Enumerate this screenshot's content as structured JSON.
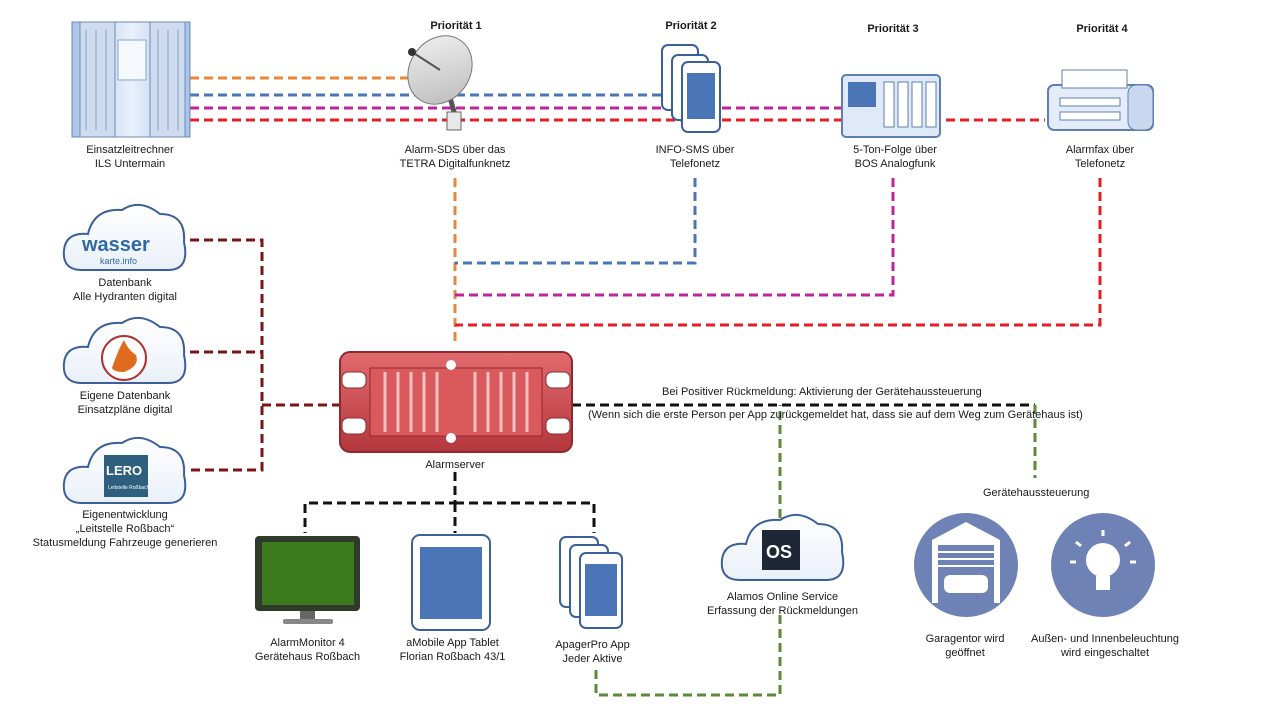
{
  "priorities": {
    "p1": "Priorität 1",
    "p2": "Priorität 2",
    "p3": "Priorität 3",
    "p4": "Priorität 4"
  },
  "nodes": {
    "ils": {
      "line1": "Einsatzleitrechner",
      "line2": "ILS Untermain"
    },
    "tetra": {
      "line1": "Alarm-SDS über das",
      "line2": "TETRA Digitalfunknetz"
    },
    "sms": {
      "line1": "INFO-SMS über",
      "line2": "Telefonetz"
    },
    "bos": {
      "line1": "5-Ton-Folge über",
      "line2": "BOS Analogfunk"
    },
    "fax": {
      "line1": "Alarmfax über",
      "line2": "Telefonetz"
    },
    "wasser": {
      "logo_main": "wasser",
      "logo_sub": "karte.info",
      "line1": "Datenbank",
      "line2": "Alle Hydranten digital"
    },
    "eigene": {
      "line1": "Eigene Datenbank",
      "line2": "Einsatzpläne digital"
    },
    "lero": {
      "logo": "LERO",
      "logo_sub": "Leitstelle Roßbach",
      "line1": "Eigenentwicklung",
      "line2": "„Leitstelle Roßbach“",
      "line3": "Statusmeldung Fahrzeuge generieren"
    },
    "alarmserver": {
      "label": "Alarmserver"
    },
    "monitor": {
      "line1": "AlarmMonitor 4",
      "line2": "Gerätehaus Roßbach"
    },
    "tablet": {
      "line1": "aMobile App Tablet",
      "line2": "Florian Roßbach 43/1"
    },
    "apager": {
      "line1": "ApagerPro App",
      "line2": "Jeder Aktive"
    },
    "alamos": {
      "logo": "OS",
      "line1": "Alamos Online Service",
      "line2": "Erfassung der Rückmeldungen"
    },
    "garage": {
      "line1": "Garagentor wird",
      "line2": "geöffnet"
    },
    "light": {
      "line1": "Außen- und Innenbeleuchtung",
      "line2": "wird eingeschaltet"
    }
  },
  "notes": {
    "feedback_line1": "Bei Positiver Rückmeldung: Aktivierung der Gerätehaussteuerung",
    "feedback_line2": "(Wenn sich die erste Person per App zurückgemeldet hat, dass sie auf dem Weg zum Gerätehaus ist)",
    "control_title": "Gerätehaussteuerung"
  },
  "colors": {
    "tetra": "#e8873a",
    "sms": "#4a76b8",
    "bos": "#c0249a",
    "fax": "#e41e26",
    "db": "#7b1414",
    "output": "#111111",
    "feedback": "#5a8a3a",
    "server": "#c8474b",
    "circle": "#6f82b5"
  }
}
